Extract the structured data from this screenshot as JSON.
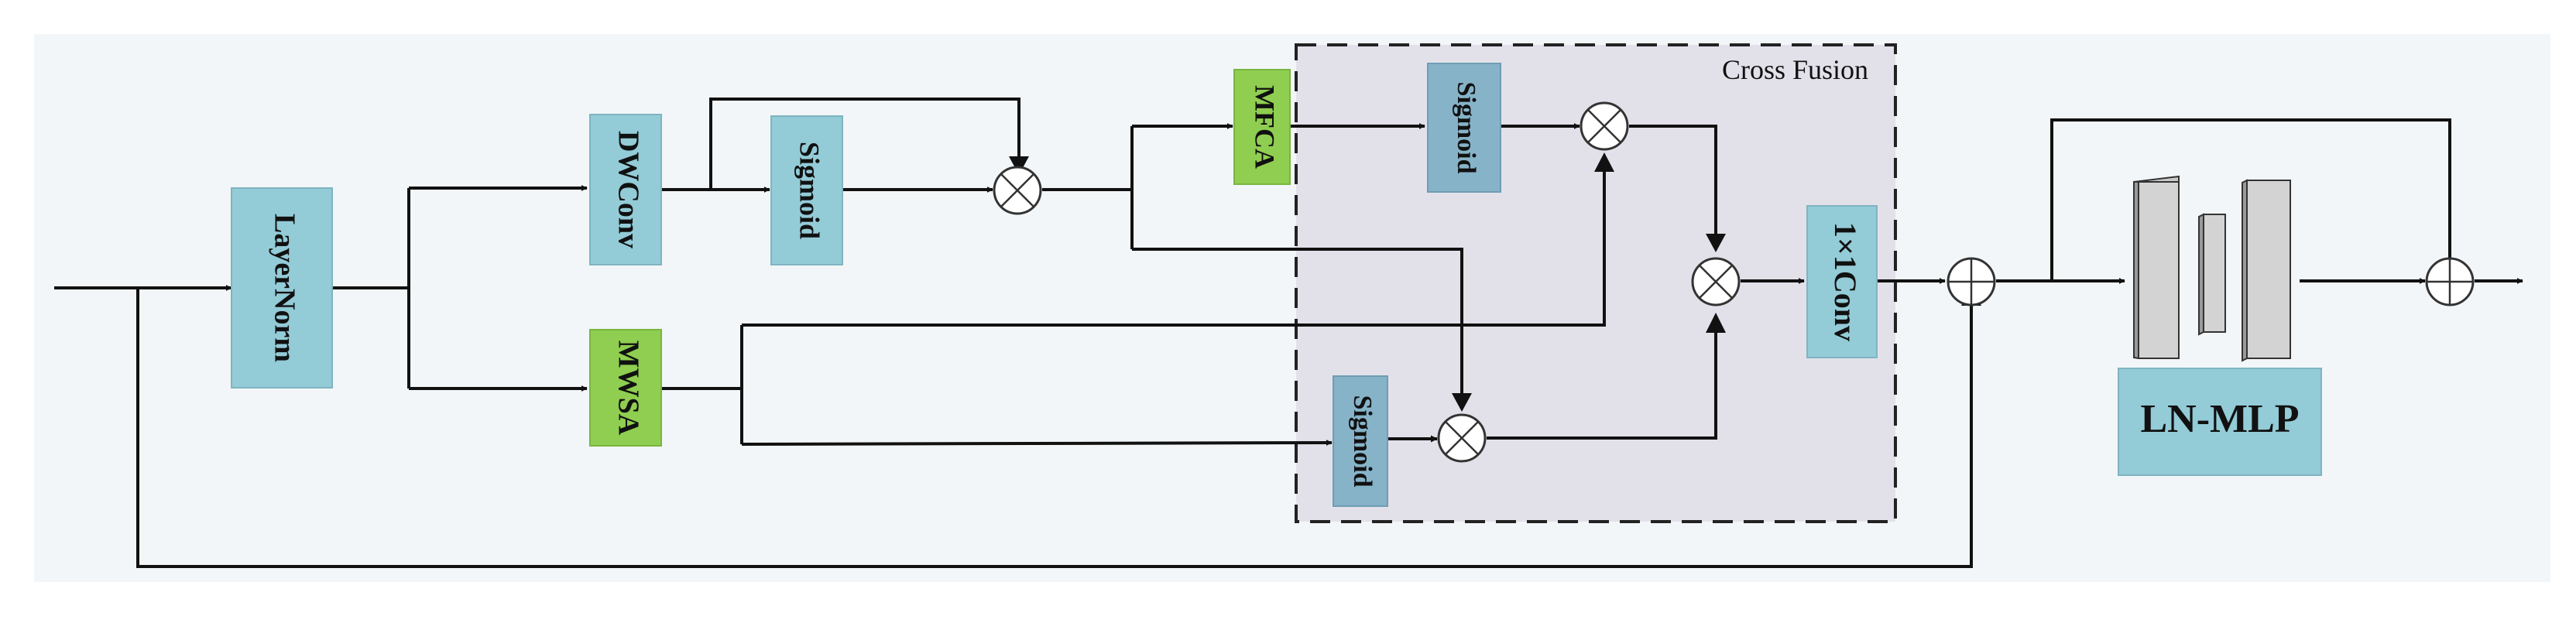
{
  "blocks": {
    "layernorm": "LayerNorm",
    "dwconv": "DWConv",
    "sigmoid_top": "Sigmoid",
    "mwsa": "MWSA",
    "mfca": "MFCA",
    "sigmoid_fusion_top": "Sigmoid",
    "sigmoid_fusion_bottom": "Sigmoid",
    "conv1x1": "1×1Conv",
    "ln_mlp": "LN-MLP"
  },
  "fusion_region_label": "Cross Fusion",
  "colors": {
    "panel_background": "#f2f6f8",
    "fusion_region": "#e2e1ea",
    "block_blue": "#93cbd7",
    "block_green": "#8fce50",
    "block_steel": "#86b3c8",
    "mlp_bar": "#d3d3d3"
  },
  "operators": {
    "multiply": "⊗",
    "add": "⊕"
  }
}
